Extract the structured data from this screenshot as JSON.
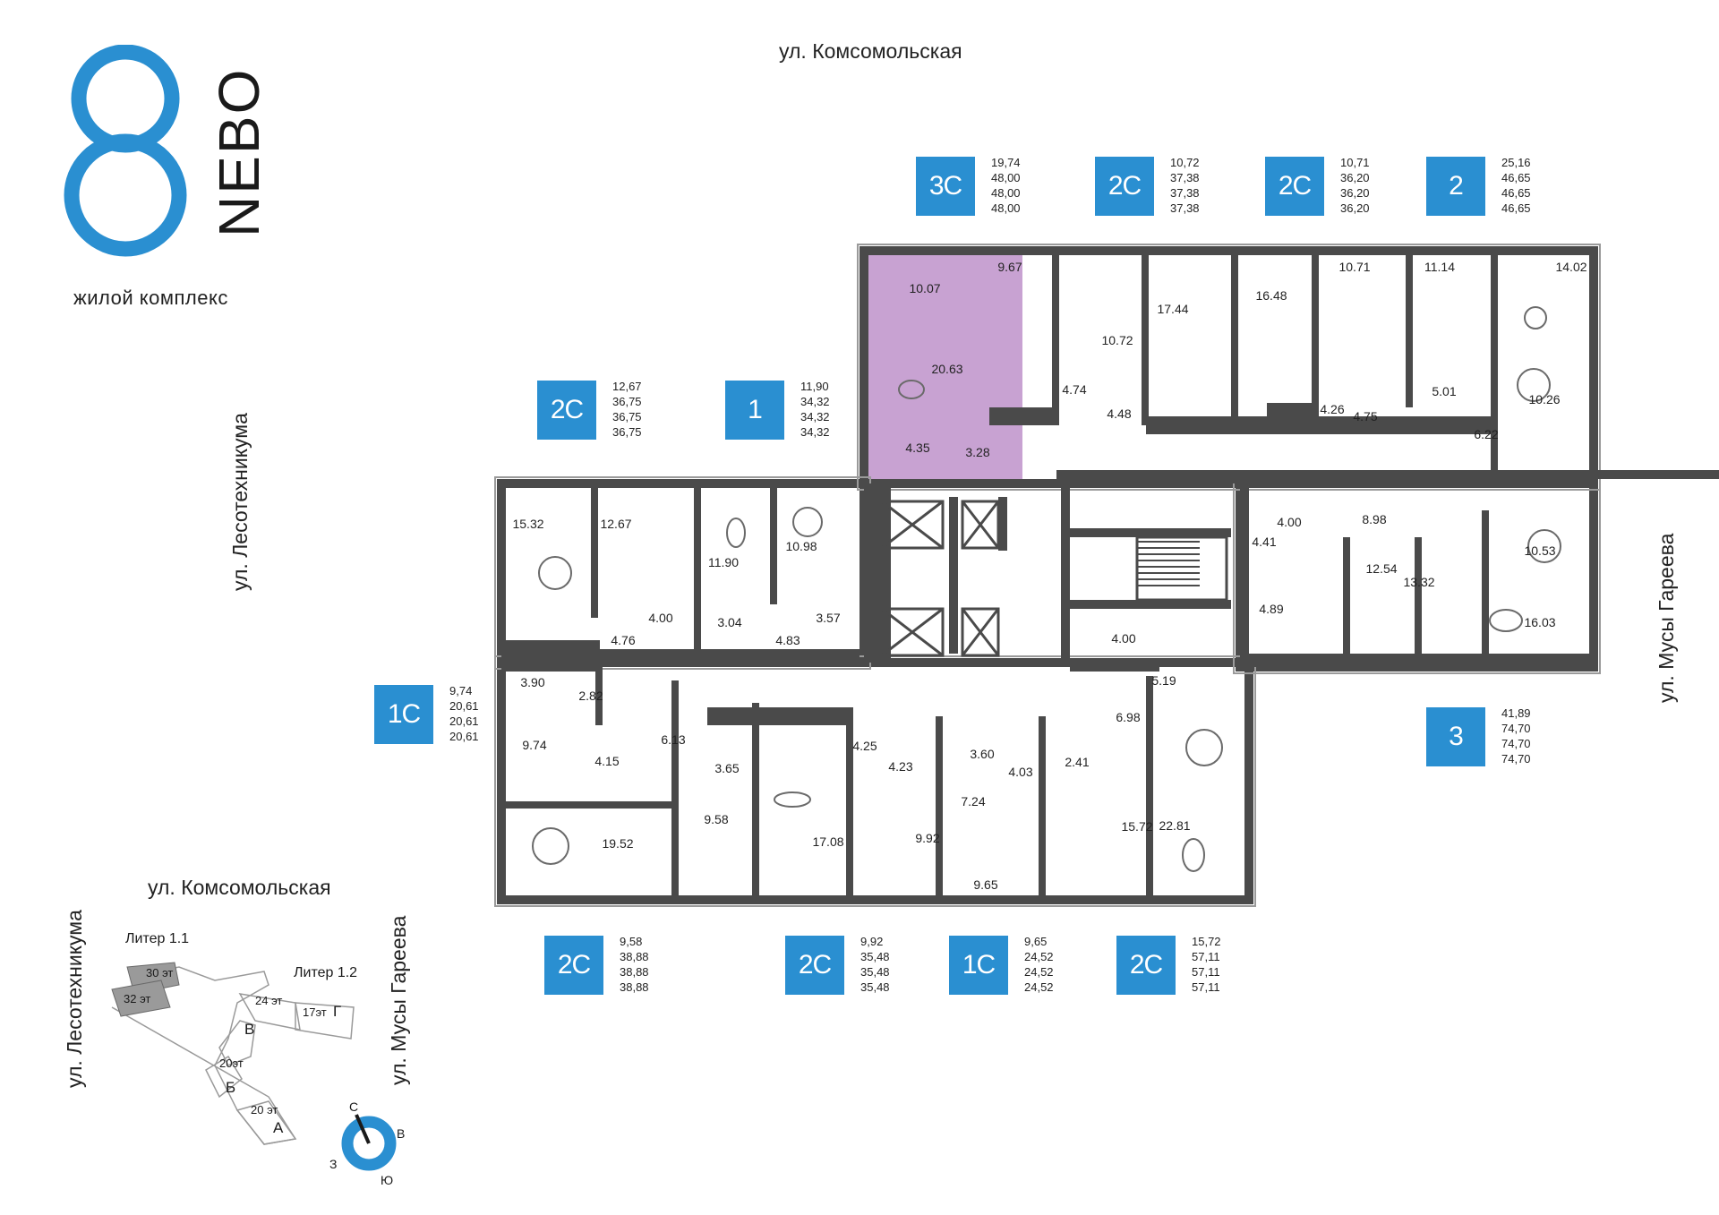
{
  "brand": {
    "logo_digit": "8",
    "logo_word": "NEBO",
    "subtitle": "жилой комплекс",
    "accent": "#2a8fd1",
    "highlight": "#c8a2d2"
  },
  "streets": {
    "top": "ул. Комсомольская",
    "left": "ул. Лесотехникума",
    "right": "ул. Мусы Гареева"
  },
  "apartments": [
    {
      "type": "3С",
      "areas": [
        "19,74",
        "48,00",
        "48,00",
        "48,00"
      ]
    },
    {
      "type": "2С",
      "areas": [
        "10,72",
        "37,38",
        "37,38",
        "37,38"
      ]
    },
    {
      "type": "2С",
      "areas": [
        "10,71",
        "36,20",
        "36,20",
        "36,20"
      ]
    },
    {
      "type": "2",
      "areas": [
        "25,16",
        "46,65",
        "46,65",
        "46,65"
      ]
    },
    {
      "type": "2С",
      "areas": [
        "12,67",
        "36,75",
        "36,75",
        "36,75"
      ]
    },
    {
      "type": "1",
      "areas": [
        "11,90",
        "34,32",
        "34,32",
        "34,32"
      ]
    },
    {
      "type": "1С",
      "areas": [
        "9,74",
        "20,61",
        "20,61",
        "20,61"
      ]
    },
    {
      "type": "3",
      "areas": [
        "41,89",
        "74,70",
        "74,70",
        "74,70"
      ]
    },
    {
      "type": "2С",
      "areas": [
        "9,58",
        "38,88",
        "38,88",
        "38,88"
      ]
    },
    {
      "type": "2С",
      "areas": [
        "9,92",
        "35,48",
        "35,48",
        "35,48"
      ]
    },
    {
      "type": "1С",
      "areas": [
        "9,65",
        "24,52",
        "24,52",
        "24,52"
      ]
    },
    {
      "type": "2С",
      "areas": [
        "15,72",
        "57,11",
        "57,11",
        "57,11"
      ]
    }
  ],
  "rooms": [
    "10.07",
    "9.67",
    "20.63",
    "4.35",
    "3.28",
    "10.72",
    "17.44",
    "4.74",
    "4.48",
    "16.48",
    "10.71",
    "11.14",
    "14.02",
    "4.75",
    "5.01",
    "4.26",
    "10.26",
    "6.22",
    "15.32",
    "12.67",
    "11.90",
    "10.98",
    "4.00",
    "3.04",
    "4.76",
    "4.83",
    "3.57",
    "4.00",
    "4.41",
    "8.98",
    "10.53",
    "12.54",
    "13.32",
    "4.89",
    "16.03",
    "3.90",
    "2.82",
    "9.74",
    "4.15",
    "6.13",
    "3.65",
    "4.25",
    "4.23",
    "3.60",
    "4.03",
    "2.41",
    "4.00",
    "5.19",
    "6.98",
    "9.58",
    "17.08",
    "9.92",
    "7.24",
    "9.65",
    "15.72",
    "22.81",
    "19.52"
  ],
  "site_plan": {
    "street_top": "ул. Комсомольская",
    "street_left": "ул. Лесотехникума",
    "street_right": "ул. Мусы Гареева",
    "liter_1": "Литер 1.1",
    "liter_2": "Литер 1.2",
    "floors": [
      "30 эт",
      "32 эт",
      "24 эт",
      "17эт",
      "20эт",
      "20 эт"
    ],
    "sections": [
      "Г",
      "В",
      "Б",
      "А"
    ]
  },
  "compass": {
    "n": "С",
    "e": "В",
    "s": "Ю",
    "w": "З"
  }
}
